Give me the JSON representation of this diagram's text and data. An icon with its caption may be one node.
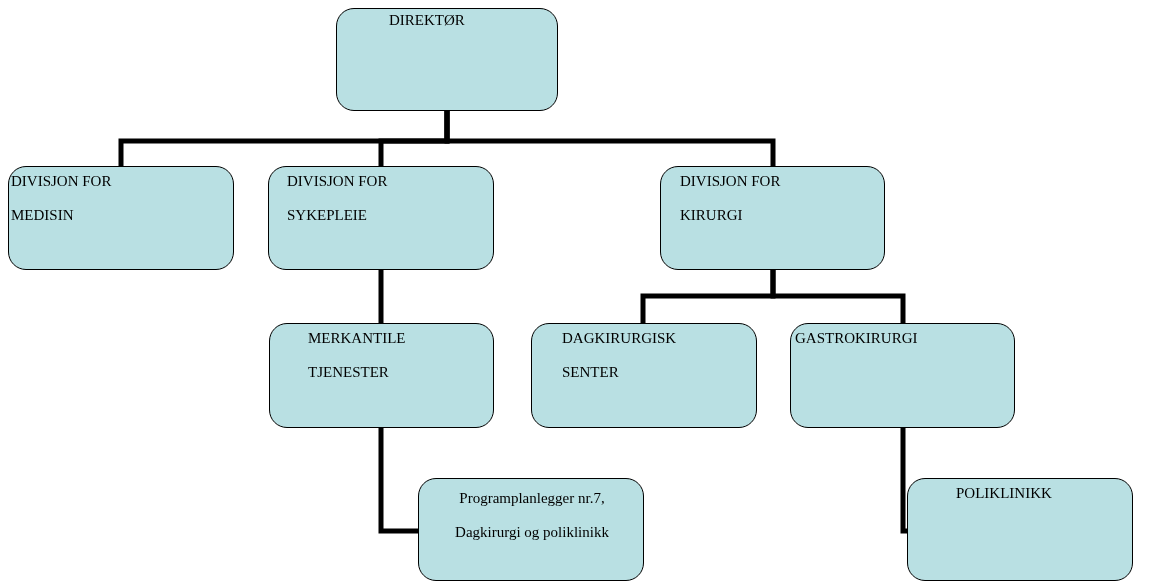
{
  "diagram": {
    "nodes": [
      {
        "text": [
          "DIREKTØR"
        ]
      },
      {
        "text": [
          "DIVISJON FOR MEDISIN"
        ]
      },
      {
        "text": [
          "DIVISJON FOR SYKEPLEIE"
        ]
      },
      {
        "text": [
          "DIVISJON FOR KIRURGI"
        ]
      },
      {
        "text": [
          "MERKANTILE TJENESTER"
        ]
      },
      {
        "text": [
          "DAGKIRURGISK SENTER"
        ]
      },
      {
        "text": [
          "GASTROKIRURGI"
        ]
      },
      {
        "text": [
          "Programplanlegger nr.7, Dagkirurgi og poliklinikk"
        ]
      },
      {
        "text": [
          "POLIKLINIKK"
        ]
      }
    ],
    "edges": [
      {
        "from": 0,
        "to": 1,
        "arrow": "none"
      },
      {
        "from": 0,
        "to": 2,
        "arrow": "none"
      },
      {
        "from": 0,
        "to": 3,
        "arrow": "none"
      },
      {
        "from": 2,
        "to": 4,
        "arrow": "none"
      },
      {
        "from": 3,
        "to": 5,
        "arrow": "none"
      },
      {
        "from": 3,
        "to": 6,
        "arrow": "none"
      },
      {
        "from": 4,
        "to": 7,
        "arrow": "none"
      },
      {
        "from": 6,
        "to": 8,
        "arrow": "none"
      }
    ]
  }
}
